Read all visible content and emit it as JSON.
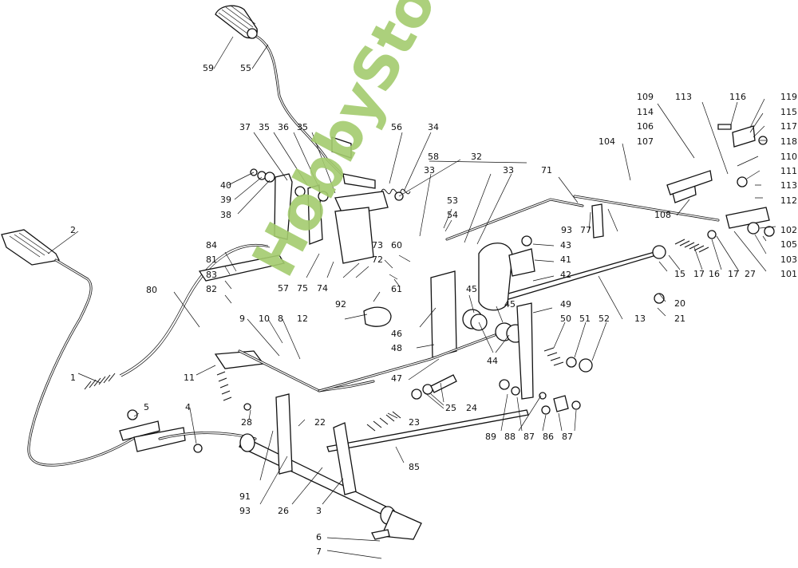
{
  "diagram": {
    "watermark": "HobbyStore.it",
    "watermark_color": "#a4cc6e",
    "callouts": [
      {
        "id": "59",
        "text": "59"
      },
      {
        "id": "55",
        "text": "55"
      },
      {
        "id": "37",
        "text": "37"
      },
      {
        "id": "35a",
        "text": "35"
      },
      {
        "id": "36",
        "text": "36"
      },
      {
        "id": "35b",
        "text": "35"
      },
      {
        "id": "56",
        "text": "56"
      },
      {
        "id": "34",
        "text": "34"
      },
      {
        "id": "58",
        "text": "58"
      },
      {
        "id": "40",
        "text": "40"
      },
      {
        "id": "39",
        "text": "39"
      },
      {
        "id": "38",
        "text": "38"
      },
      {
        "id": "33a",
        "text": "33"
      },
      {
        "id": "32",
        "text": "32"
      },
      {
        "id": "33b",
        "text": "33"
      },
      {
        "id": "53",
        "text": "53"
      },
      {
        "id": "54",
        "text": "54"
      },
      {
        "id": "71",
        "text": "71"
      },
      {
        "id": "93a",
        "text": "93"
      },
      {
        "id": "77",
        "text": "77"
      },
      {
        "id": "104",
        "text": "104"
      },
      {
        "id": "109",
        "text": "109"
      },
      {
        "id": "113a",
        "text": "113"
      },
      {
        "id": "116",
        "text": "116"
      },
      {
        "id": "119",
        "text": "119"
      },
      {
        "id": "114",
        "text": "114"
      },
      {
        "id": "115",
        "text": "115"
      },
      {
        "id": "106",
        "text": "106"
      },
      {
        "id": "117",
        "text": "117"
      },
      {
        "id": "107",
        "text": "107"
      },
      {
        "id": "118",
        "text": "118"
      },
      {
        "id": "110",
        "text": "110"
      },
      {
        "id": "111",
        "text": "111"
      },
      {
        "id": "113b",
        "text": "113"
      },
      {
        "id": "112",
        "text": "112"
      },
      {
        "id": "108",
        "text": "108"
      },
      {
        "id": "102",
        "text": "102"
      },
      {
        "id": "105",
        "text": "105"
      },
      {
        "id": "103",
        "text": "103"
      },
      {
        "id": "101",
        "text": "101"
      },
      {
        "id": "15",
        "text": "15"
      },
      {
        "id": "17a",
        "text": "17"
      },
      {
        "id": "16",
        "text": "16"
      },
      {
        "id": "17b",
        "text": "17"
      },
      {
        "id": "27",
        "text": "27"
      },
      {
        "id": "20",
        "text": "20"
      },
      {
        "id": "21",
        "text": "21"
      },
      {
        "id": "13",
        "text": "13"
      },
      {
        "id": "2",
        "text": "2"
      },
      {
        "id": "80",
        "text": "80"
      },
      {
        "id": "84",
        "text": "84"
      },
      {
        "id": "81",
        "text": "81"
      },
      {
        "id": "83",
        "text": "83"
      },
      {
        "id": "82",
        "text": "82"
      },
      {
        "id": "57",
        "text": "57"
      },
      {
        "id": "75",
        "text": "75"
      },
      {
        "id": "74",
        "text": "74"
      },
      {
        "id": "73",
        "text": "73"
      },
      {
        "id": "60",
        "text": "60"
      },
      {
        "id": "72",
        "text": "72"
      },
      {
        "id": "61",
        "text": "61"
      },
      {
        "id": "92",
        "text": "92"
      },
      {
        "id": "43",
        "text": "43"
      },
      {
        "id": "41",
        "text": "41"
      },
      {
        "id": "42",
        "text": "42"
      },
      {
        "id": "45a",
        "text": "45"
      },
      {
        "id": "45b",
        "text": "45"
      },
      {
        "id": "46",
        "text": "46"
      },
      {
        "id": "48",
        "text": "48"
      },
      {
        "id": "44",
        "text": "44"
      },
      {
        "id": "47",
        "text": "47"
      },
      {
        "id": "49",
        "text": "49"
      },
      {
        "id": "50",
        "text": "50"
      },
      {
        "id": "51",
        "text": "51"
      },
      {
        "id": "52",
        "text": "52"
      },
      {
        "id": "9",
        "text": "9"
      },
      {
        "id": "10",
        "text": "10"
      },
      {
        "id": "8",
        "text": "8"
      },
      {
        "id": "12",
        "text": "12"
      },
      {
        "id": "1",
        "text": "1"
      },
      {
        "id": "11",
        "text": "11"
      },
      {
        "id": "5",
        "text": "5"
      },
      {
        "id": "4",
        "text": "4"
      },
      {
        "id": "28",
        "text": "28"
      },
      {
        "id": "22",
        "text": "22"
      },
      {
        "id": "23",
        "text": "23"
      },
      {
        "id": "25",
        "text": "25"
      },
      {
        "id": "24",
        "text": "24"
      },
      {
        "id": "85",
        "text": "85"
      },
      {
        "id": "89",
        "text": "89"
      },
      {
        "id": "88",
        "text": "88"
      },
      {
        "id": "87a",
        "text": "87"
      },
      {
        "id": "86",
        "text": "86"
      },
      {
        "id": "87b",
        "text": "87"
      },
      {
        "id": "91",
        "text": "91"
      },
      {
        "id": "93b",
        "text": "93"
      },
      {
        "id": "26",
        "text": "26"
      },
      {
        "id": "3",
        "text": "3"
      },
      {
        "id": "6",
        "text": "6"
      },
      {
        "id": "7",
        "text": "7"
      }
    ]
  }
}
